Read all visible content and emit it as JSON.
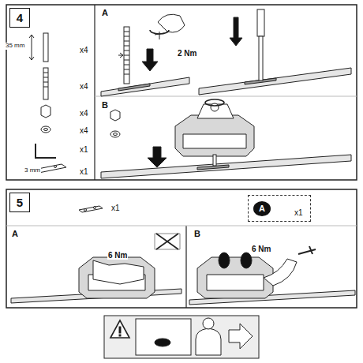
{
  "diagram": {
    "nodes": [
      {
        "text": [
          "4"
        ]
      },
      {
        "text": [
          "5"
        ]
      },
      {
        "text": [
          "x1"
        ]
      },
      {
        "text": [
          "A"
        ],
        "in": 2
      }
    ],
    "labels": [
      "A",
      "2 Nm",
      "35 mm",
      "x4",
      "x4",
      "x4",
      "x4",
      "3 mm",
      "x1",
      "x1",
      "B",
      "x1",
      "A",
      "6 Nm",
      "B",
      "6 Nm"
    ]
  }
}
